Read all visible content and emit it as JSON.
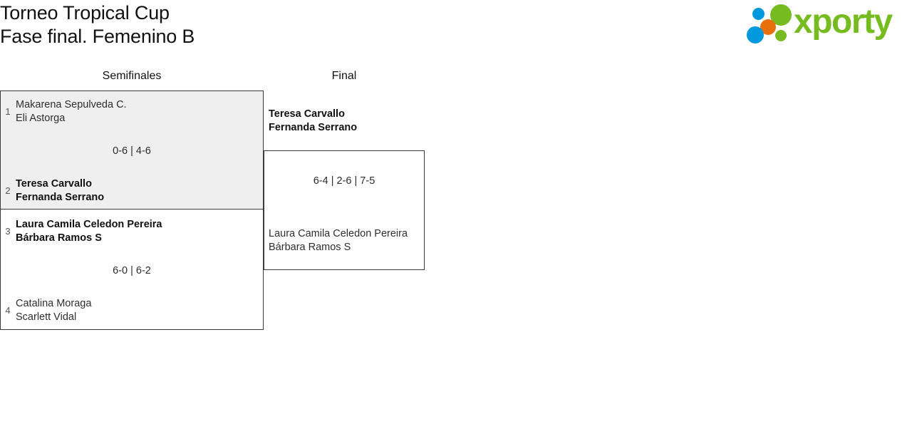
{
  "header": {
    "title_line1": "Torneo Tropical Cup",
    "title_line2": "Fase final. Femenino B",
    "logo_text": "xporty",
    "logo_colors": {
      "green": "#76bc21",
      "blue": "#0099dd",
      "orange": "#e8700a"
    }
  },
  "bracket": {
    "rounds": [
      {
        "label": "Semifinales"
      },
      {
        "label": "Final"
      }
    ],
    "semifinals": [
      {
        "score": "0-6 | 4-6",
        "top": {
          "seed": "1",
          "player1": "Makarena Sepulveda C.",
          "player2": "Eli Astorga",
          "result": "loser"
        },
        "bottom": {
          "seed": "2",
          "player1": "Teresa Carvallo",
          "player2": "Fernanda Serrano",
          "result": "winner"
        }
      },
      {
        "score": "6-0 | 6-2",
        "top": {
          "seed": "3",
          "player1": "Laura Camila Celedon Pereira",
          "player2": "Bárbara Ramos S",
          "result": "winner"
        },
        "bottom": {
          "seed": "4",
          "player1": "Catalina Moraga",
          "player2": "Scarlett Vidal",
          "result": "loser"
        }
      }
    ],
    "final": {
      "score": "6-4 | 2-6 | 7-5",
      "top": {
        "player1": "Teresa Carvallo",
        "player2": "Fernanda Serrano",
        "result": "winner"
      },
      "bottom": {
        "player1": "Laura Camila Celedon Pereira",
        "player2": "Bárbara Ramos S",
        "result": "loser"
      }
    }
  }
}
